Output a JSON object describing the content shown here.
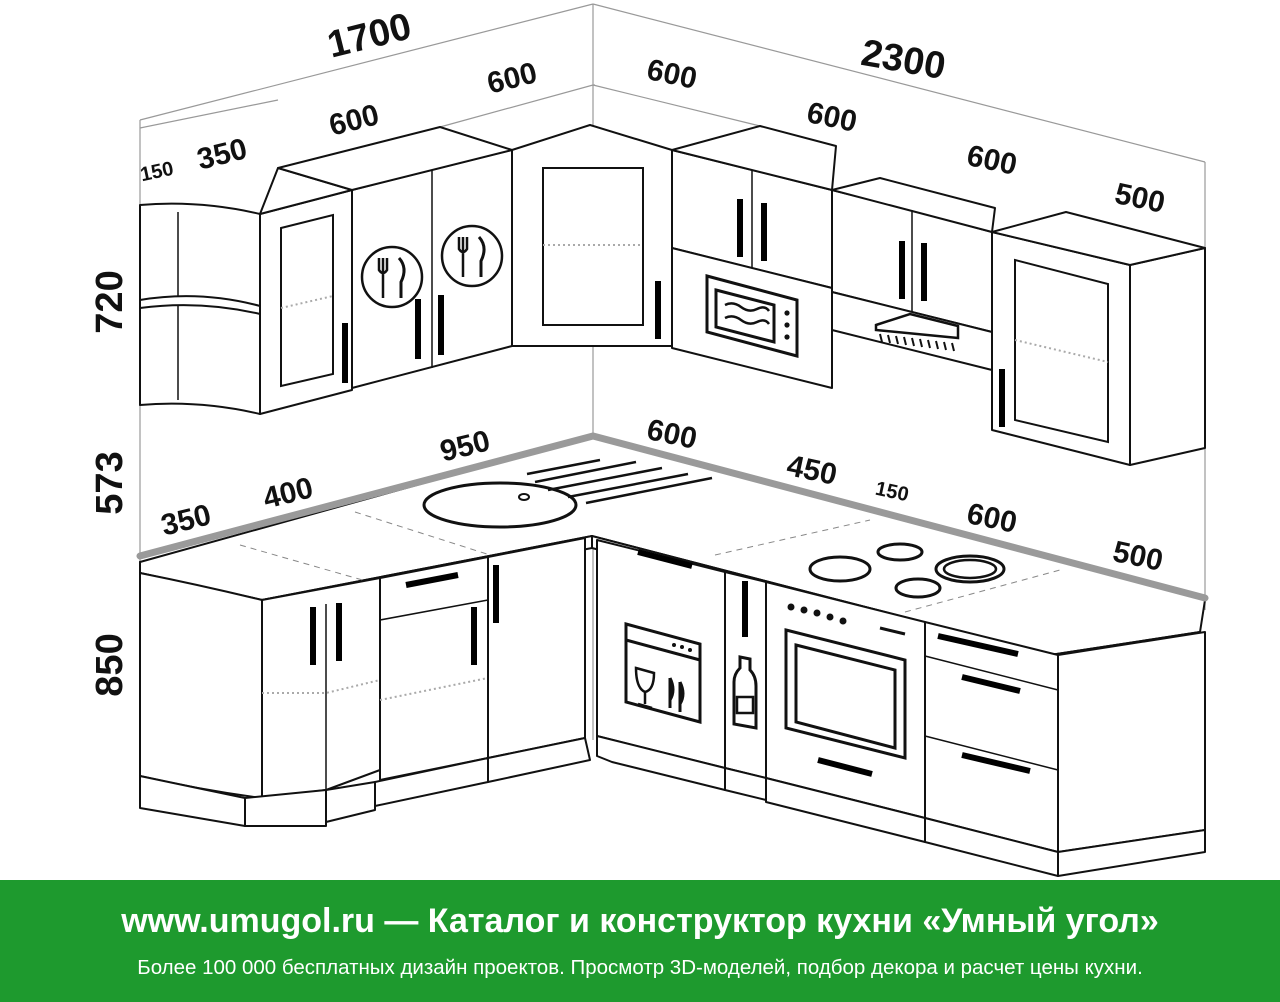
{
  "dimensions": {
    "top_total_left": "1700",
    "top_total_right": "2300",
    "upper_left": [
      "150",
      "350",
      "600",
      "600"
    ],
    "upper_right": [
      "600",
      "600",
      "600",
      "500"
    ],
    "heights": [
      "720",
      "573",
      "850"
    ],
    "lower_left": [
      "350",
      "400",
      "950"
    ],
    "lower_right": [
      "600",
      "450",
      "150",
      "600",
      "500"
    ]
  },
  "banner": {
    "title": "www.umugol.ru — Каталог и конструктор кухни «Умный угол»",
    "subtitle": "Более 100 000 бесплатных дизайн проектов. Просмотр 3D-моделей, подбор декора и расчет цены кухни."
  },
  "colors": {
    "banner_bg": "#1e9a2e",
    "banner_text": "#ffffff",
    "lines": "#111111"
  },
  "icons": [
    "fork-knife-plate-icon",
    "microwave-icon",
    "range-hood-icon",
    "dishwasher-icon",
    "bottle-icon",
    "oven-icon",
    "cooktop-icon",
    "sink-icon"
  ]
}
